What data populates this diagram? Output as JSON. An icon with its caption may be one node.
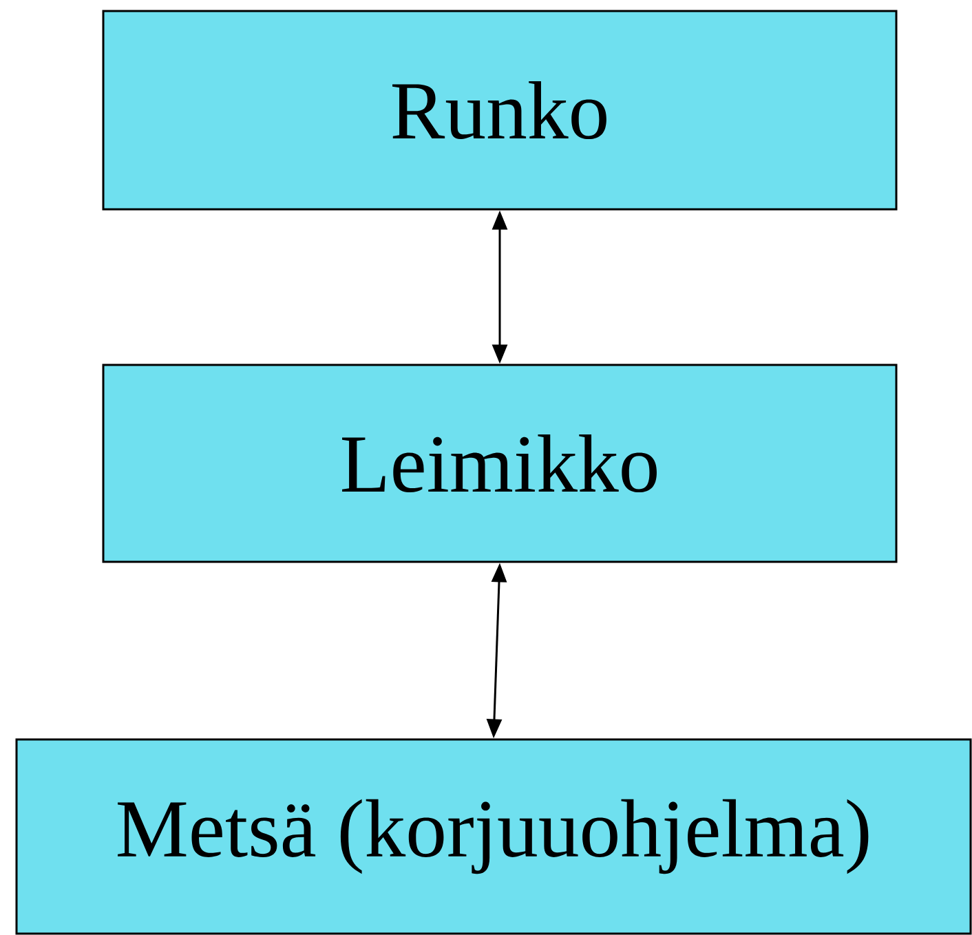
{
  "diagram": {
    "nodes": [
      {
        "text": [
          "Runko"
        ]
      },
      {
        "text": [
          "Leimikko"
        ]
      },
      {
        "text": [
          "Metsä (korjuuohjelma)"
        ]
      }
    ],
    "edges": [
      {
        "from": 0,
        "to": 1,
        "arrow": "both"
      },
      {
        "from": 1,
        "to": 2,
        "arrow": "both"
      }
    ]
  }
}
